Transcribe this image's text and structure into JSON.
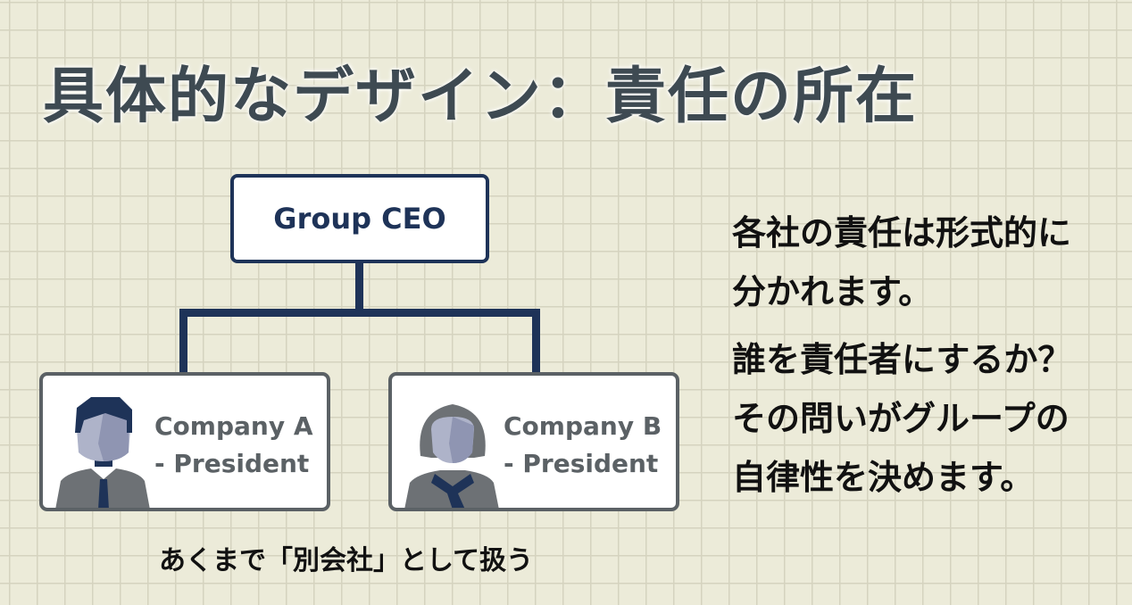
{
  "title": "具体的なデザイン：責任の所在",
  "org_chart": {
    "top": "Group CEO",
    "children": [
      {
        "line1": "Company A",
        "line2": "- President",
        "icon": "male-avatar-icon"
      },
      {
        "line1": "Company B",
        "line2": "- President",
        "icon": "female-avatar-icon"
      }
    ],
    "caption": "あくまで「別会社」として扱う"
  },
  "side_text": {
    "block1": [
      "各社の責任は形式的に",
      "分かれます。"
    ],
    "block2": [
      "誰を責任者にするか？",
      "その問いがグループの",
      "自律性を決めます。"
    ]
  },
  "colors": {
    "navy": "#1e3358",
    "gray": "#5b6165",
    "background": "#ecebd9"
  }
}
